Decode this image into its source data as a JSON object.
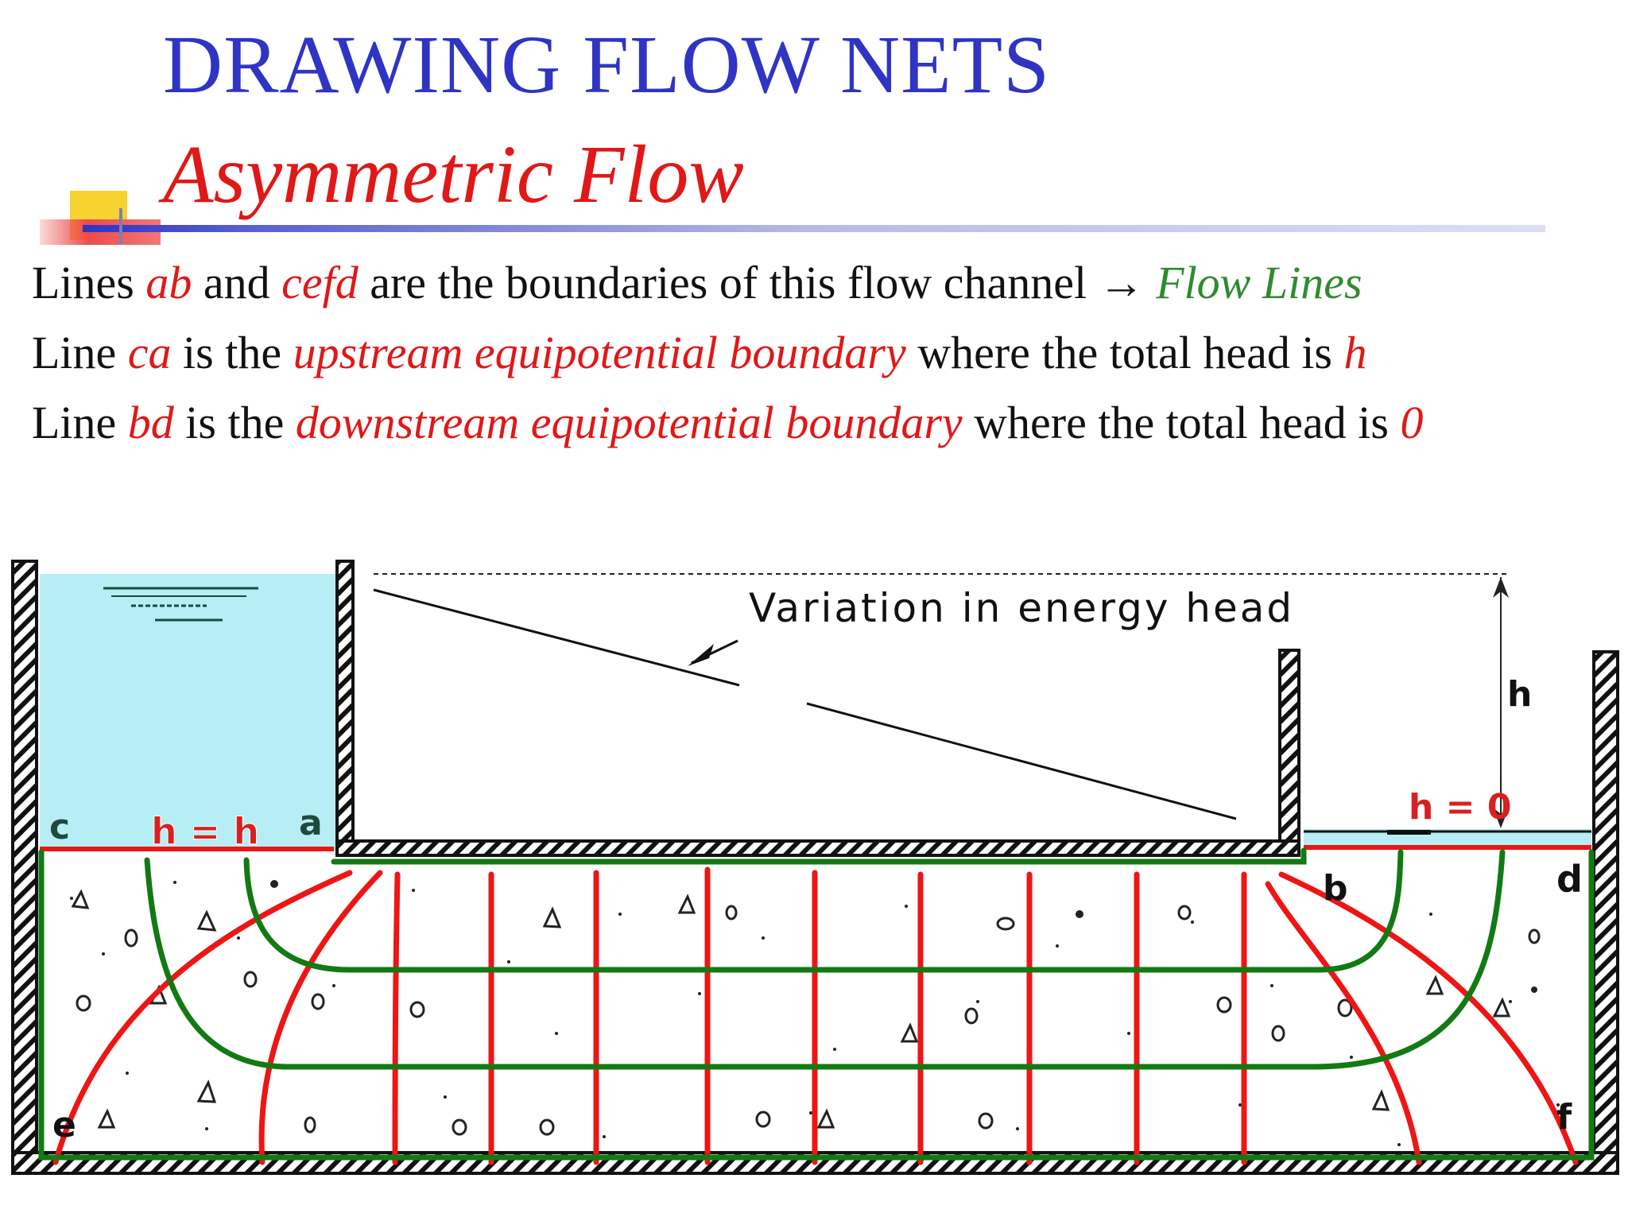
{
  "slide": {
    "title": "DRAWING FLOW NETS",
    "subtitle": "Asymmetric Flow"
  },
  "lines": [
    {
      "parts": [
        {
          "text": "Lines ",
          "style": "plain"
        },
        {
          "text": "ab",
          "style": "red"
        },
        {
          "text": " and ",
          "style": "plain"
        },
        {
          "text": "cefd",
          "style": "red"
        },
        {
          "text": " are the boundaries of this flow channel → ",
          "style": "plain"
        },
        {
          "text": "Flow Lines",
          "style": "green"
        }
      ]
    },
    {
      "parts": [
        {
          "text": "Line ",
          "style": "plain"
        },
        {
          "text": "ca",
          "style": "red"
        },
        {
          "text": " is the ",
          "style": "plain"
        },
        {
          "text": "upstream equipotential boundary",
          "style": "red"
        },
        {
          "text": " where the total head is ",
          "style": "plain"
        },
        {
          "text": "h",
          "style": "red"
        }
      ]
    },
    {
      "parts": [
        {
          "text": "Line ",
          "style": "plain"
        },
        {
          "text": "bd",
          "style": "red"
        },
        {
          "text": " is the ",
          "style": "plain"
        },
        {
          "text": "downstream equipotential boundary",
          "style": "red"
        },
        {
          "text": " where the total head is ",
          "style": "plain"
        },
        {
          "text": "0",
          "style": "red"
        }
      ]
    }
  ],
  "diagram": {
    "energy_label": "Variation in energy head",
    "head_label": "h",
    "upstream_head_label": "h = h",
    "downstream_head_label": "h = 0",
    "point_c": "c",
    "point_a": "a",
    "point_b": "b",
    "point_d": "d",
    "point_e": "e",
    "point_f": "f",
    "colors": {
      "water": "#b7eef5",
      "flow_line": "#127a12",
      "equipotential": "#ee1515",
      "wall": "#111111",
      "label_red": "#d82020",
      "label_dark": "#1f4a3a"
    }
  }
}
